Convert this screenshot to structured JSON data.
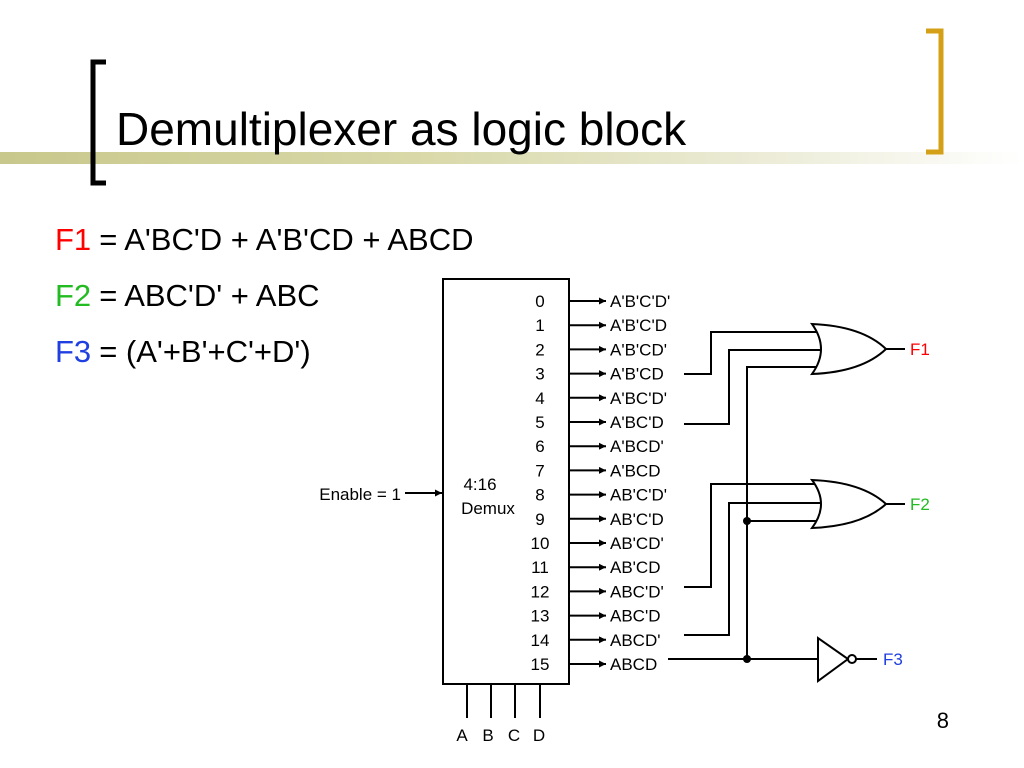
{
  "slide": {
    "title": "Demultiplexer as logic block",
    "page_number": "8"
  },
  "colors": {
    "accent_gold": "#d4a017",
    "band": "#c8c88c",
    "f1": "#ff0000",
    "f2": "#22bb22",
    "f3": "#1f3fe0"
  },
  "equations": [
    {
      "name": "F1",
      "rhs": "= A'BC'D + A'B'CD + ABCD"
    },
    {
      "name": "F2",
      "rhs": "= ABC'D' + ABC"
    },
    {
      "name": "F3",
      "rhs": "= (A'+B'+C'+D')"
    }
  ],
  "diagram": {
    "demux_label_line1": "4:16",
    "demux_label_line2": "Demux",
    "enable_label": "Enable = 1",
    "select_inputs": [
      "A",
      "B",
      "C",
      "D"
    ],
    "output_numbers": [
      "0",
      "1",
      "2",
      "3",
      "4",
      "5",
      "6",
      "7",
      "8",
      "9",
      "10",
      "11",
      "12",
      "13",
      "14",
      "15"
    ],
    "minterms": [
      "A'B'C'D'",
      "A'B'C'D",
      "A'B'CD'",
      "A'B'CD",
      "A'BC'D'",
      "A'BC'D",
      "A'BCD'",
      "A'BCD",
      "AB'C'D'",
      "AB'C'D",
      "AB'CD'",
      "AB'CD",
      "ABC'D'",
      "ABC'D",
      "ABCD'",
      "ABCD"
    ],
    "outputs": [
      "F1",
      "F2",
      "F3"
    ]
  }
}
